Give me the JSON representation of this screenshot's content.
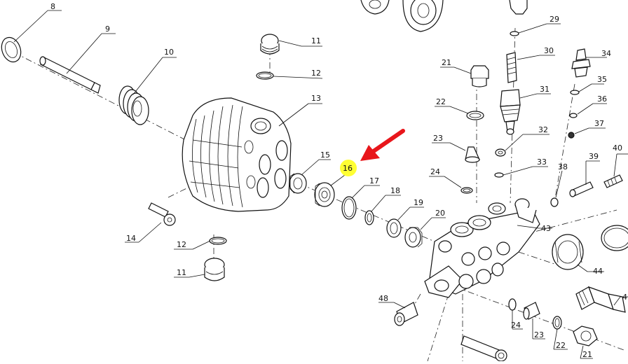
{
  "diagram": {
    "labels": {
      "p8": "8",
      "p9": "9",
      "p10": "10",
      "p11a": "11",
      "p12a": "12",
      "p13": "13",
      "p14": "14",
      "p12b": "12",
      "p11b": "11",
      "p15": "15",
      "p16": "16",
      "p17": "17",
      "p18": "18",
      "p19": "19",
      "p20": "20",
      "p21a": "21",
      "p22a": "22",
      "p23a": "23",
      "p24a": "24",
      "p29": "29",
      "p30": "30",
      "p31": "31",
      "p32": "32",
      "p33": "33",
      "p34": "34",
      "p35": "35",
      "p36": "36",
      "p37": "37",
      "p38": "38",
      "p39": "39",
      "p40": "40",
      "p43": "43",
      "p44": "44",
      "p4x": "4",
      "p48": "48",
      "p24b": "24",
      "p23b": "23",
      "p22b": "22",
      "p21b": "21"
    },
    "highlighted_part": "16",
    "colors": {
      "highlight": "#ffff33",
      "arrow": "#e8161b",
      "line": "#111111"
    }
  }
}
